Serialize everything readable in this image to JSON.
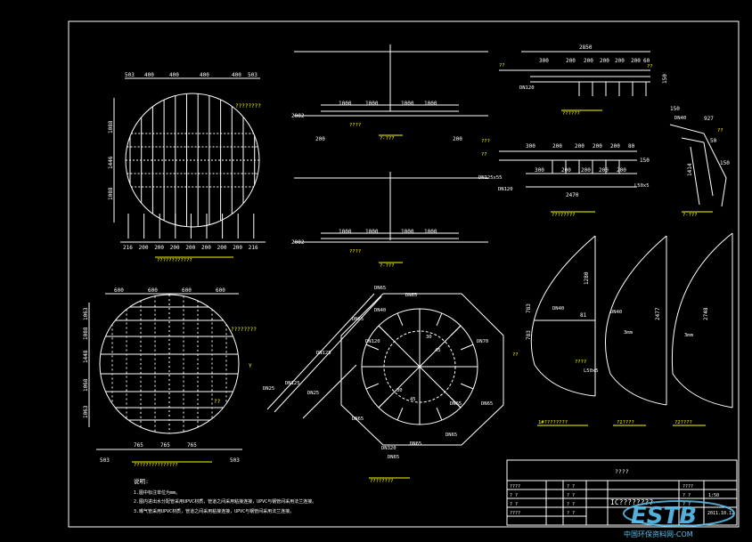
{
  "drawing": {
    "dims": {
      "v1_top": [
        "503",
        "400",
        "400",
        "400",
        "400",
        "503"
      ],
      "v1_left": [
        "1088",
        "1446",
        "1088"
      ],
      "v1_bottom": [
        "216",
        "200",
        "200",
        "200",
        "200",
        "200",
        "200",
        "200",
        "216"
      ],
      "v2_top": [
        "600",
        "600",
        "600",
        "600"
      ],
      "v2_left": [
        "1063",
        "1088",
        "1448",
        "1068",
        "1063"
      ],
      "v2_bottom": [
        "765",
        "765",
        "765"
      ],
      "v2_bottom_edges": [
        "503",
        "503"
      ],
      "sec1_top": [
        "1000",
        "1000",
        "1000",
        "1000"
      ],
      "sec1_bottom": [
        "200",
        "200"
      ],
      "sec1_side": "2002",
      "sec2_top": [
        "1000",
        "1000",
        "1000",
        "1000"
      ],
      "sec2_side": "2002",
      "det1_total": "2850",
      "det1_spans": [
        "300",
        "200",
        "200",
        "200",
        "200",
        "200",
        "60"
      ],
      "det1_side": "150",
      "det1_pipe": "DN120",
      "det2_spans": [
        "300",
        "200",
        "200",
        "200",
        "200",
        "80"
      ],
      "det2_lower": [
        "300",
        "200",
        "200",
        "200",
        "200"
      ],
      "det2_total": "2470",
      "det2_side": "150",
      "det2_pipe1": "DN125x55",
      "det2_pipe2": "DN120",
      "det2_angle": "L50x5",
      "det3_dims": [
        "150",
        "50",
        "927",
        "1414",
        "150"
      ],
      "det3_pipe": "DN40",
      "det4_dims": [
        "1280",
        "783",
        "783",
        "81"
      ],
      "det4_pipe": "DN40",
      "det4_angle": "L50x5",
      "det5_pipe": "DN40",
      "det5_dims": [
        "2477"
      ],
      "det5_mm": "3mm",
      "det6_dims": [
        "2748"
      ],
      "det6_mm": "3mm",
      "plan_pipes": [
        "DN65",
        "DN65",
        "DN125",
        "DN125",
        "DN65",
        "DN40",
        "DN120",
        "DN70",
        "DN65",
        "DN65",
        "DN65",
        "DN65",
        "DN65",
        "DN320",
        "DN65",
        "DN25"
      ],
      "plan_angles": [
        "30",
        "45",
        "30",
        "45"
      ],
      "plan_label_y": "Y"
    },
    "notes": {
      "heading": "说明:",
      "lines": [
        "1.图中标注单位为mm。",
        "2.图内进出水分配管采用UPVC材质，管道之间采用粘接连接，UPVC与钢管间采用法兰连接。",
        "3.曝气管采用UPVC材质，管道之间采用粘接连接，UPVC与钢管间采用法兰连接。"
      ]
    },
    "title_block": {
      "name": "????",
      "code": "IC????????",
      "left_rows": [
        "????",
        "? ?",
        "? ?",
        "????"
      ],
      "mid_rows": [
        "? ?",
        "? ?",
        "? ?",
        "? ?"
      ],
      "right_labels": [
        "????",
        "? ?",
        "? ?"
      ],
      "right_values": [
        "1:50",
        "",
        "2011.10.12"
      ]
    },
    "watermark": {
      "logo": "ESTB",
      "caption": "中国环保资料网-COM"
    },
    "colors": {
      "background": "#000000",
      "lines": "#ffffff",
      "labels": "#ffff00",
      "watermark": "#5bc2f0"
    }
  }
}
